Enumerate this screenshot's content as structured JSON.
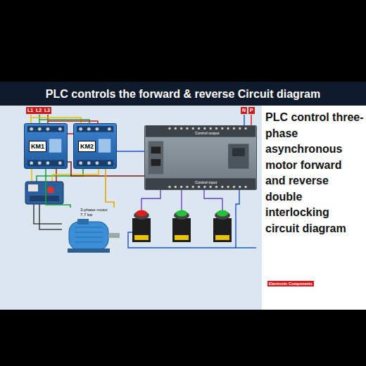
{
  "diagram": {
    "title": "PLC controls the forward & reverse Circuit diagram",
    "caption": "PLC control three-phase asynchronous motor forward and reverse double interlocking circuit diagram",
    "nodes": [
      {
        "text": [
          "KM1"
        ]
      },
      {
        "text": [
          "KM2"
        ]
      },
      {
        "text": [
          "Control output",
          "Control input"
        ]
      },
      {
        "text": [
          "3-phase motor",
          "7.7 kw"
        ]
      }
    ],
    "edges": [
      {
        "from": 0,
        "to": 1,
        "arrow": "none"
      },
      {
        "from": 2,
        "to": 0,
        "arrow": "none"
      },
      {
        "from": 2,
        "to": 1,
        "arrow": "none"
      },
      {
        "from": 0,
        "to": 3,
        "arrow": "none"
      },
      {
        "from": 1,
        "to": 3,
        "arrow": "none"
      }
    ],
    "labels": [
      "L1",
      "L2",
      "L3",
      "N",
      "P",
      "Electronic Components"
    ]
  }
}
